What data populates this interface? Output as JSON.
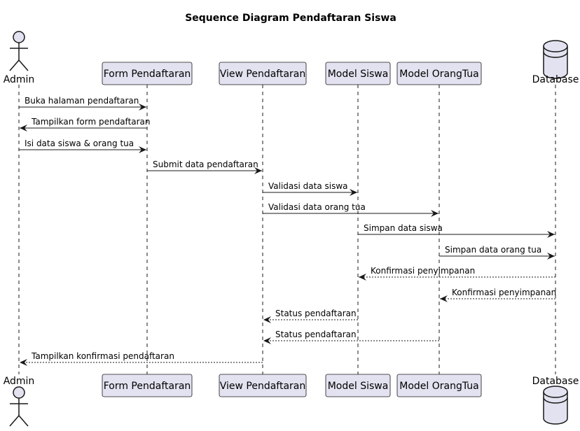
{
  "diagram": {
    "title": "Sequence Diagram Pendaftaran Siswa",
    "colors": {
      "participant_fill": "#E2E2F0",
      "participant_stroke": "#181818",
      "lifeline": "#181818",
      "arrow": "#181818",
      "text": "#000000"
    },
    "participants": [
      {
        "id": "admin",
        "label": "Admin",
        "kind": "actor"
      },
      {
        "id": "form",
        "label": "Form Pendaftaran",
        "kind": "participant"
      },
      {
        "id": "view",
        "label": "View Pendaftaran",
        "kind": "participant"
      },
      {
        "id": "siswa",
        "label": "Model Siswa",
        "kind": "participant"
      },
      {
        "id": "ortu",
        "label": "Model OrangTua",
        "kind": "participant"
      },
      {
        "id": "db",
        "label": "Database",
        "kind": "database"
      }
    ],
    "messages": [
      {
        "from": "admin",
        "to": "form",
        "label": "Buka halaman pendaftaran",
        "style": "solid"
      },
      {
        "from": "form",
        "to": "admin",
        "label": "Tampilkan form pendaftaran",
        "style": "solid"
      },
      {
        "from": "admin",
        "to": "form",
        "label": "Isi data siswa & orang tua",
        "style": "solid"
      },
      {
        "from": "form",
        "to": "view",
        "label": "Submit data pendaftaran",
        "style": "solid"
      },
      {
        "from": "view",
        "to": "siswa",
        "label": "Validasi data siswa",
        "style": "solid"
      },
      {
        "from": "view",
        "to": "ortu",
        "label": "Validasi data orang tua",
        "style": "solid"
      },
      {
        "from": "siswa",
        "to": "db",
        "label": "Simpan data siswa",
        "style": "solid"
      },
      {
        "from": "ortu",
        "to": "db",
        "label": "Simpan data orang tua",
        "style": "solid"
      },
      {
        "from": "db",
        "to": "siswa",
        "label": "Konfirmasi penyimpanan",
        "style": "dashed"
      },
      {
        "from": "db",
        "to": "ortu",
        "label": "Konfirmasi penyimpanan",
        "style": "dashed"
      },
      {
        "from": "siswa",
        "to": "view",
        "label": "Status pendaftaran",
        "style": "dashed"
      },
      {
        "from": "ortu",
        "to": "view",
        "label": "Status pendaftaran",
        "style": "dashed"
      },
      {
        "from": "view",
        "to": "admin",
        "label": "Tampilkan konfirmasi pendaftaran",
        "style": "dashed"
      }
    ]
  }
}
